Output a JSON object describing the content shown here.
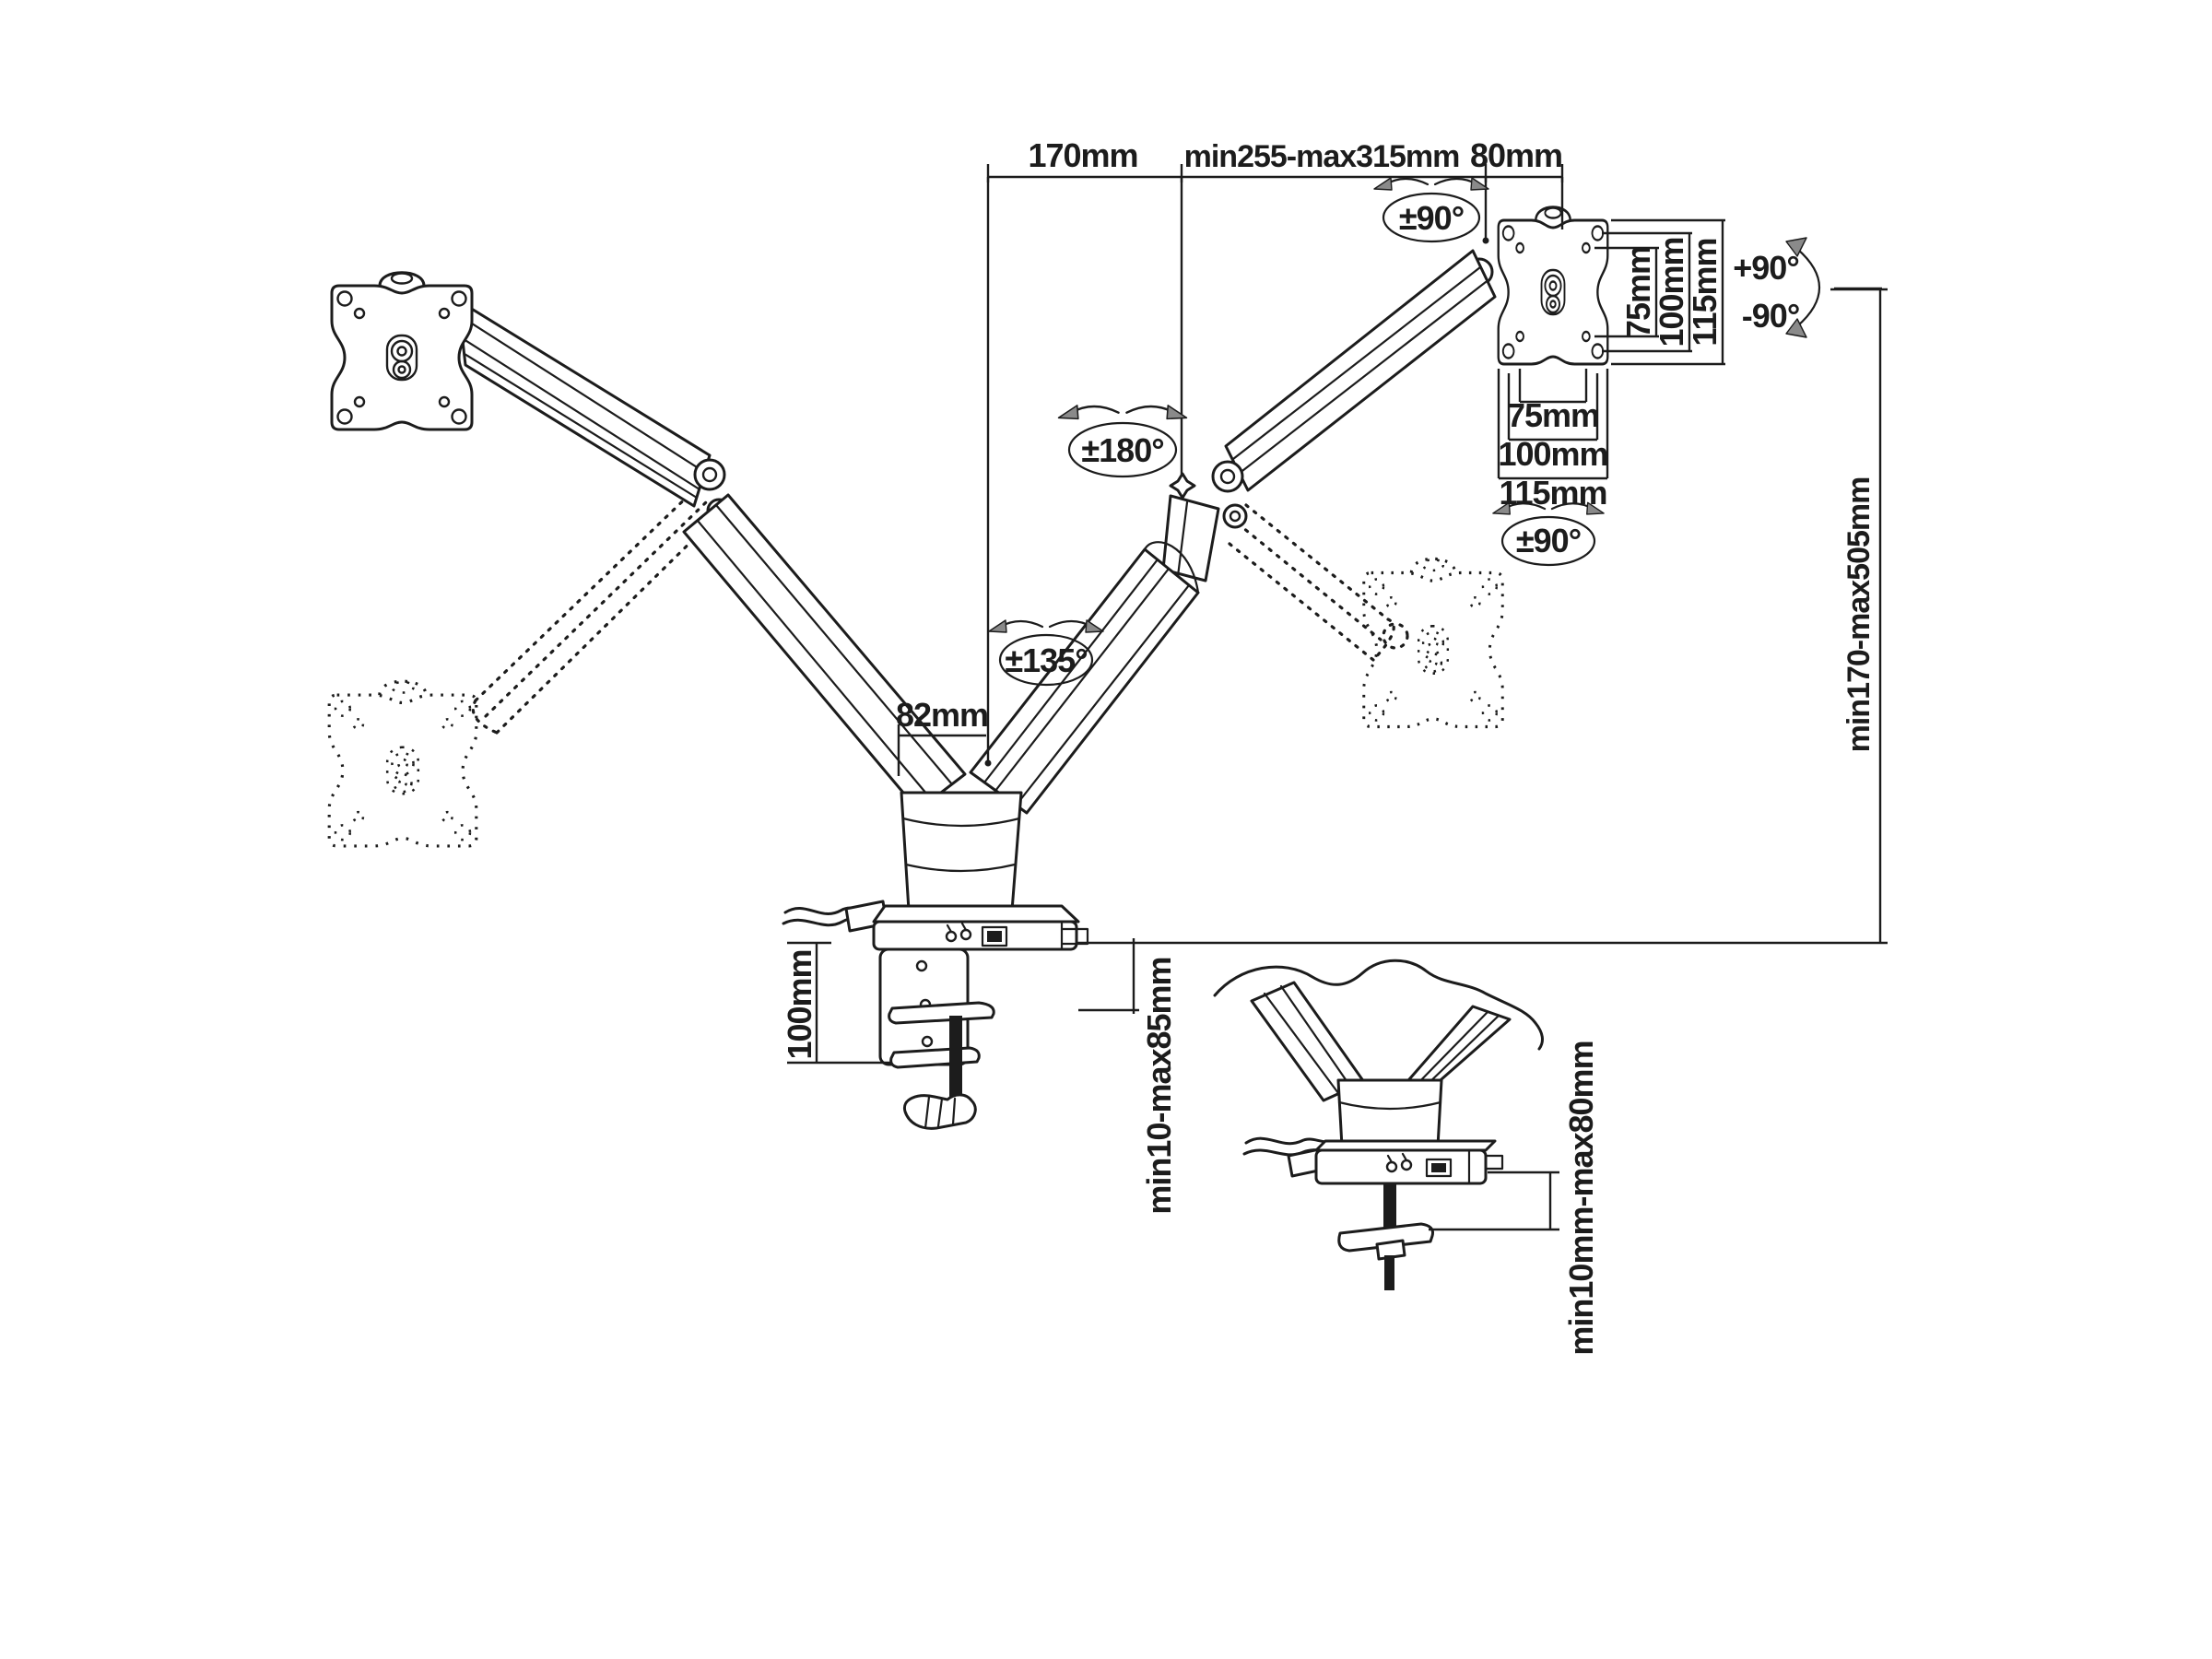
{
  "page": {
    "colors": {
      "bg": "#ffffff",
      "ink": "#1c1c1c",
      "muted": "#8a8a8a"
    },
    "kind": "technical line drawing",
    "subject": "dual gas-spring monitor desk mount dimension diagram"
  },
  "diagram": {
    "top_dimensions": {
      "seg1": "170mm",
      "seg2": "min255-max315mm",
      "seg3": "80mm"
    },
    "rotation_labels": {
      "head_swivel": "±90°",
      "plate_rotation": "±90°",
      "elbow_swivel": "±180°",
      "base_swivel": "±135°",
      "tilt_up": "+90°",
      "tilt_down": "-90°"
    },
    "vesa_vertical": [
      "75mm",
      "100mm",
      "115mm"
    ],
    "vesa_horizontal": [
      "75mm",
      "100mm",
      "115mm"
    ],
    "base_width": "82mm",
    "height_range": "min170-max505mm",
    "clamp": {
      "drop_height": "100mm",
      "desk_thickness": "min10-max85mm"
    },
    "grommet_inset": {
      "desk_thickness": "min10mm-max80mm"
    }
  }
}
